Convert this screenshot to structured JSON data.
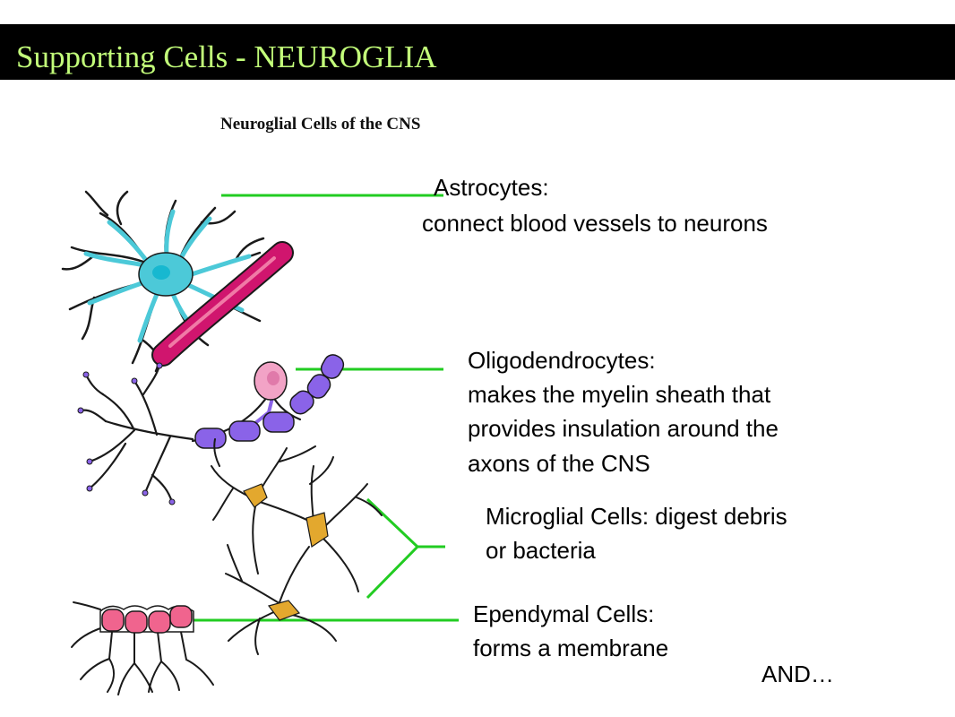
{
  "slide": {
    "title": "Supporting Cells - NEUROGLIA",
    "title_color": "#c3ff7a",
    "title_bar_color": "#000000"
  },
  "figure": {
    "heading": "Neuroglial Cells of the CNS",
    "leader_color": "#22cc22",
    "astrocyte_color": "#4cc9d8",
    "vessel_color": "#d0156e",
    "oligodendrocyte_body_color": "#f2a3c6",
    "myelin_color": "#8a63e8",
    "microglia_color": "#e3a82e",
    "ependymal_color": "#f0648e"
  },
  "labels": {
    "astrocytes": {
      "name": "Astrocytes:",
      "desc": "connect blood vessels to neurons"
    },
    "oligodendrocytes": {
      "name": "Oligodendrocytes:",
      "desc_lines": [
        "makes the myelin sheath that",
        "provides insulation around the",
        "axons of the CNS"
      ]
    },
    "microglial": {
      "lines": [
        "Microglial Cells: digest debris",
        "or bacteria"
      ]
    },
    "ependymal": {
      "name": "Ependymal Cells:",
      "desc": "forms a membrane"
    },
    "and": "AND…"
  }
}
